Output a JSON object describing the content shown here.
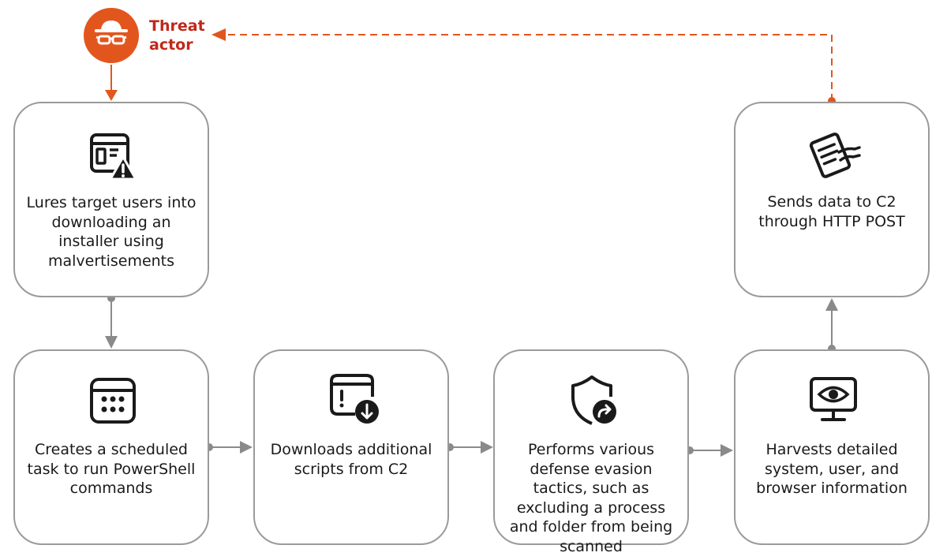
{
  "actor": {
    "label": "Threat\nactor",
    "icon": "threat-actor-icon",
    "color": "#e2561e",
    "label_color": "#c0281a"
  },
  "steps": [
    {
      "id": "lure",
      "label": "Lures target users into downloading an installer using malvertisements",
      "icon": "malvertisement-window-icon"
    },
    {
      "id": "task",
      "label": "Creates a scheduled task to run PowerShell commands",
      "icon": "calendar-icon"
    },
    {
      "id": "download",
      "label": "Downloads additional scripts from C2",
      "icon": "download-window-icon"
    },
    {
      "id": "evasion",
      "label": "Performs various defense evasion tactics, such as excluding a process and folder from being scanned",
      "icon": "shield-redirect-icon"
    },
    {
      "id": "harvest",
      "label": "Harvests detailed system, user, and browser information",
      "icon": "monitor-eye-icon"
    },
    {
      "id": "send",
      "label": "Sends data to C2 through HTTP POST",
      "icon": "documents-send-icon"
    }
  ],
  "colors": {
    "box_border": "#9a9a9a",
    "connector": "#8a8a8a",
    "exfil_arrow": "#e2561e",
    "icon": "#1a1a1a"
  }
}
